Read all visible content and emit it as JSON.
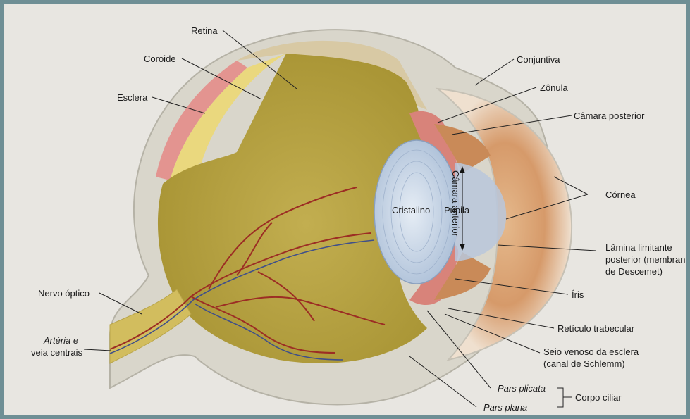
{
  "labels": {
    "retina": "Retina",
    "coroide": "Coroide",
    "esclera": "Esclera",
    "conjuntiva": "Conjuntiva",
    "zonula": "Zônula",
    "camara_posterior": "Câmara posterior",
    "cornea": "Córnea",
    "lamina_line1": "Lâmina limitante",
    "lamina_line2": "posterior (membrana",
    "lamina_line3": "de Descemet)",
    "iris": "Íris",
    "reticulo": "Retículo trabecular",
    "seio_line1": "Seio venoso da esclera",
    "seio_line2": "(canal de Schlemm)",
    "pars_plicata": "Pars plicata",
    "pars_plana": "Pars plana",
    "corpo_ciliar": "Corpo ciliar",
    "nervo_optico": "Nervo óptico",
    "arteria_line1": "Artéria e",
    "arteria_line2": "veia centrais",
    "cristalino": "Cristalino",
    "pupila": "Pupila",
    "camara_anterior": "Câmara anterior"
  },
  "colors": {
    "frame": "#6f8f95",
    "background": "#e8e6e1",
    "sclera": "#d6d3c7",
    "choroid": "#e08a86",
    "retina": "#e7d67a",
    "vitreous": "#b7a445",
    "lens": "#c9d6e6",
    "iris": "#c98a58",
    "vessel": "#9c2d24"
  }
}
